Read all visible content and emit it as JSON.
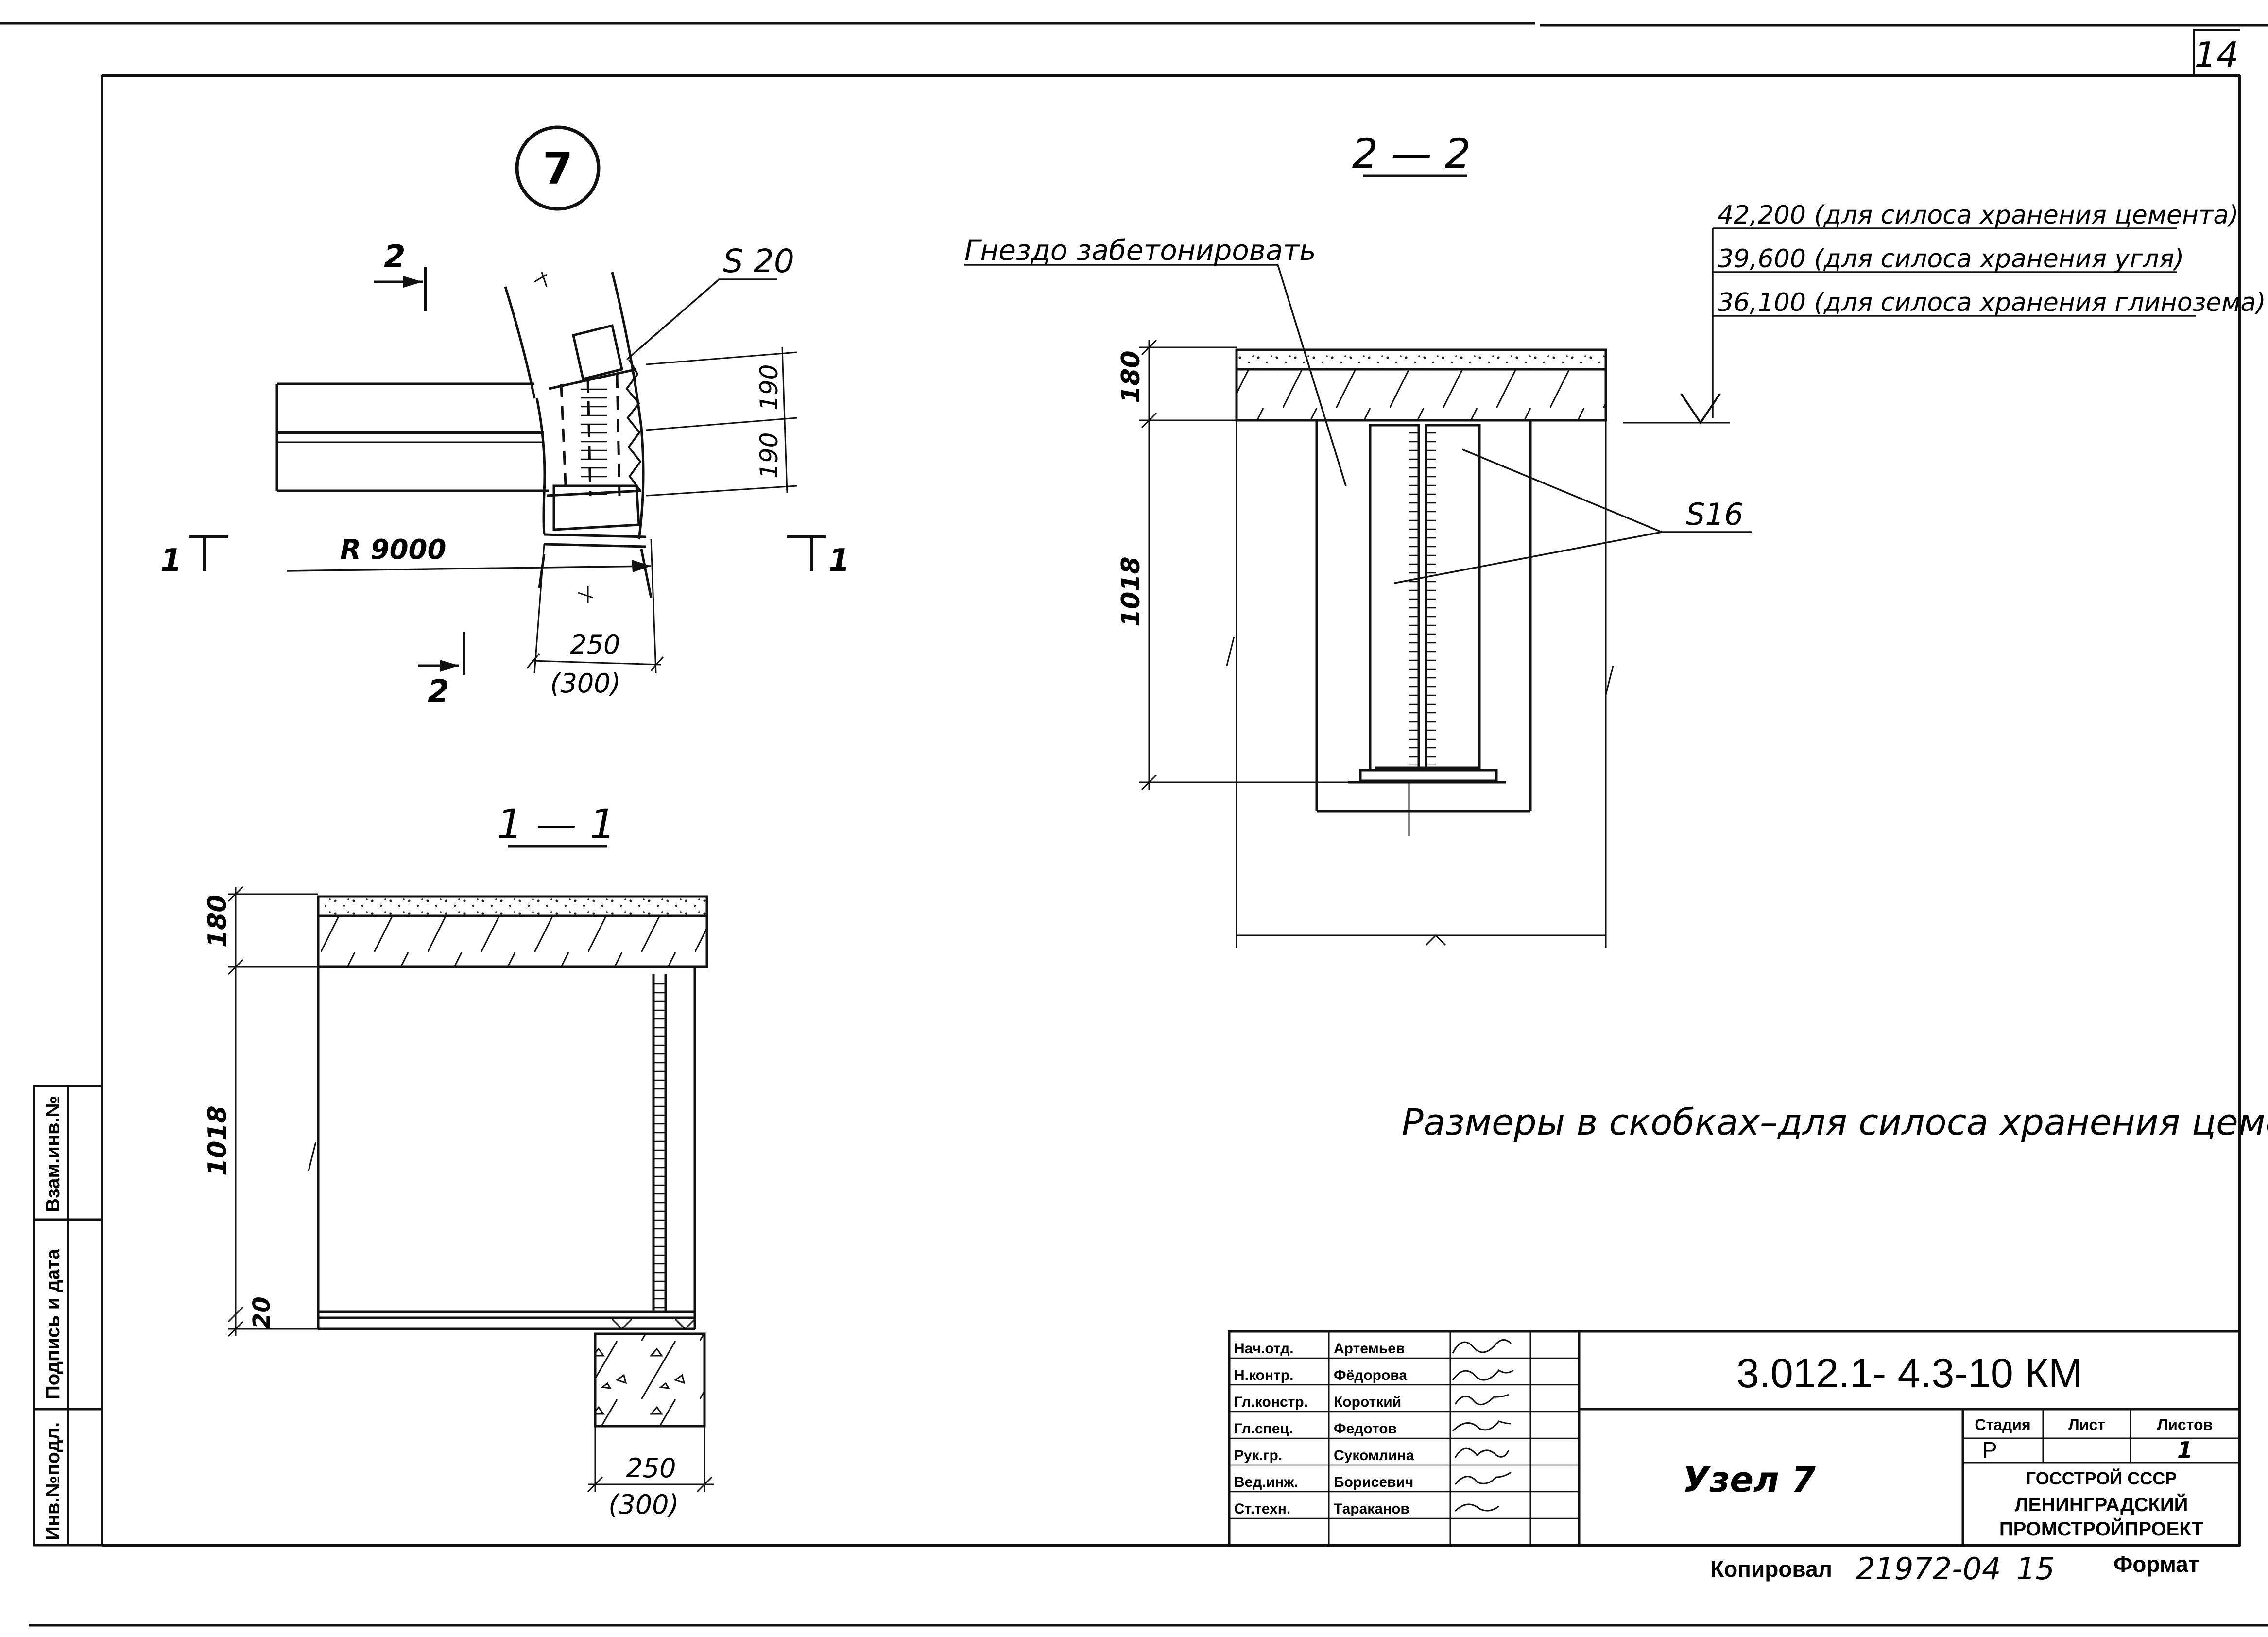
{
  "sheet": {
    "page_number": "14",
    "copied_by_label": "Копировал",
    "copy_number": "21972-04",
    "copy_sheet": "15",
    "format_label": "Формат"
  },
  "side_stamp": {
    "inv_podl": "Инв.№подл.",
    "podpis_data": "Подпись и дата",
    "vzam_inv": "Взам.инв.№"
  },
  "node7": {
    "badge": "7",
    "weld": "S 20",
    "section_mark_top": "2",
    "section_mark_bottom": "2",
    "section_mark_left": "1",
    "section_mark_right": "1",
    "radius": "R 9000",
    "dim_190a": "190",
    "dim_190b": "190",
    "dim_250": "250",
    "dim_300": "(300)"
  },
  "section_22": {
    "title": "2 — 2",
    "note_fill": "Гнездо забетонировать",
    "elev_1": "42,200 (для силоса хранения цемента)",
    "elev_2": "39,600 (для силоса хранения угля)",
    "elev_3": "36,100 (для силоса хранения глинозема)",
    "dim_180": "180",
    "dim_1018": "1018",
    "weld": "S16"
  },
  "section_11": {
    "title": "1 — 1",
    "dim_180": "180",
    "dim_1018": "1018",
    "dim_20": "20",
    "dim_250": "250",
    "dim_300": "(300)"
  },
  "note": "Размеры в скобках–для силоса хранения цемента",
  "title_block": {
    "designation": "3.012.1- 4.3-10 КМ",
    "sheet_title": "Узел 7",
    "stage_header": "Стадия",
    "sheet_header": "Лист",
    "sheets_header": "Листов",
    "stage": "Р",
    "sheets": "1",
    "org_1": "ГОССТРОЙ СССР",
    "org_2": "ЛЕНИНГРАДСКИЙ",
    "org_3": "ПРОМСТРОЙПРОЕКТ",
    "staff": [
      {
        "role": "Нач.отд.",
        "name": "Артемьев"
      },
      {
        "role": "Н.контр.",
        "name": "Фёдорова"
      },
      {
        "role": "Гл.констр.",
        "name": "Короткий"
      },
      {
        "role": "Гл.спец.",
        "name": "Федотов"
      },
      {
        "role": "Рук.гр.",
        "name": "Сукомлина"
      },
      {
        "role": "Вед.инж.",
        "name": "Борисевич"
      },
      {
        "role": "Ст.техн.",
        "name": "Тараканов"
      }
    ]
  }
}
